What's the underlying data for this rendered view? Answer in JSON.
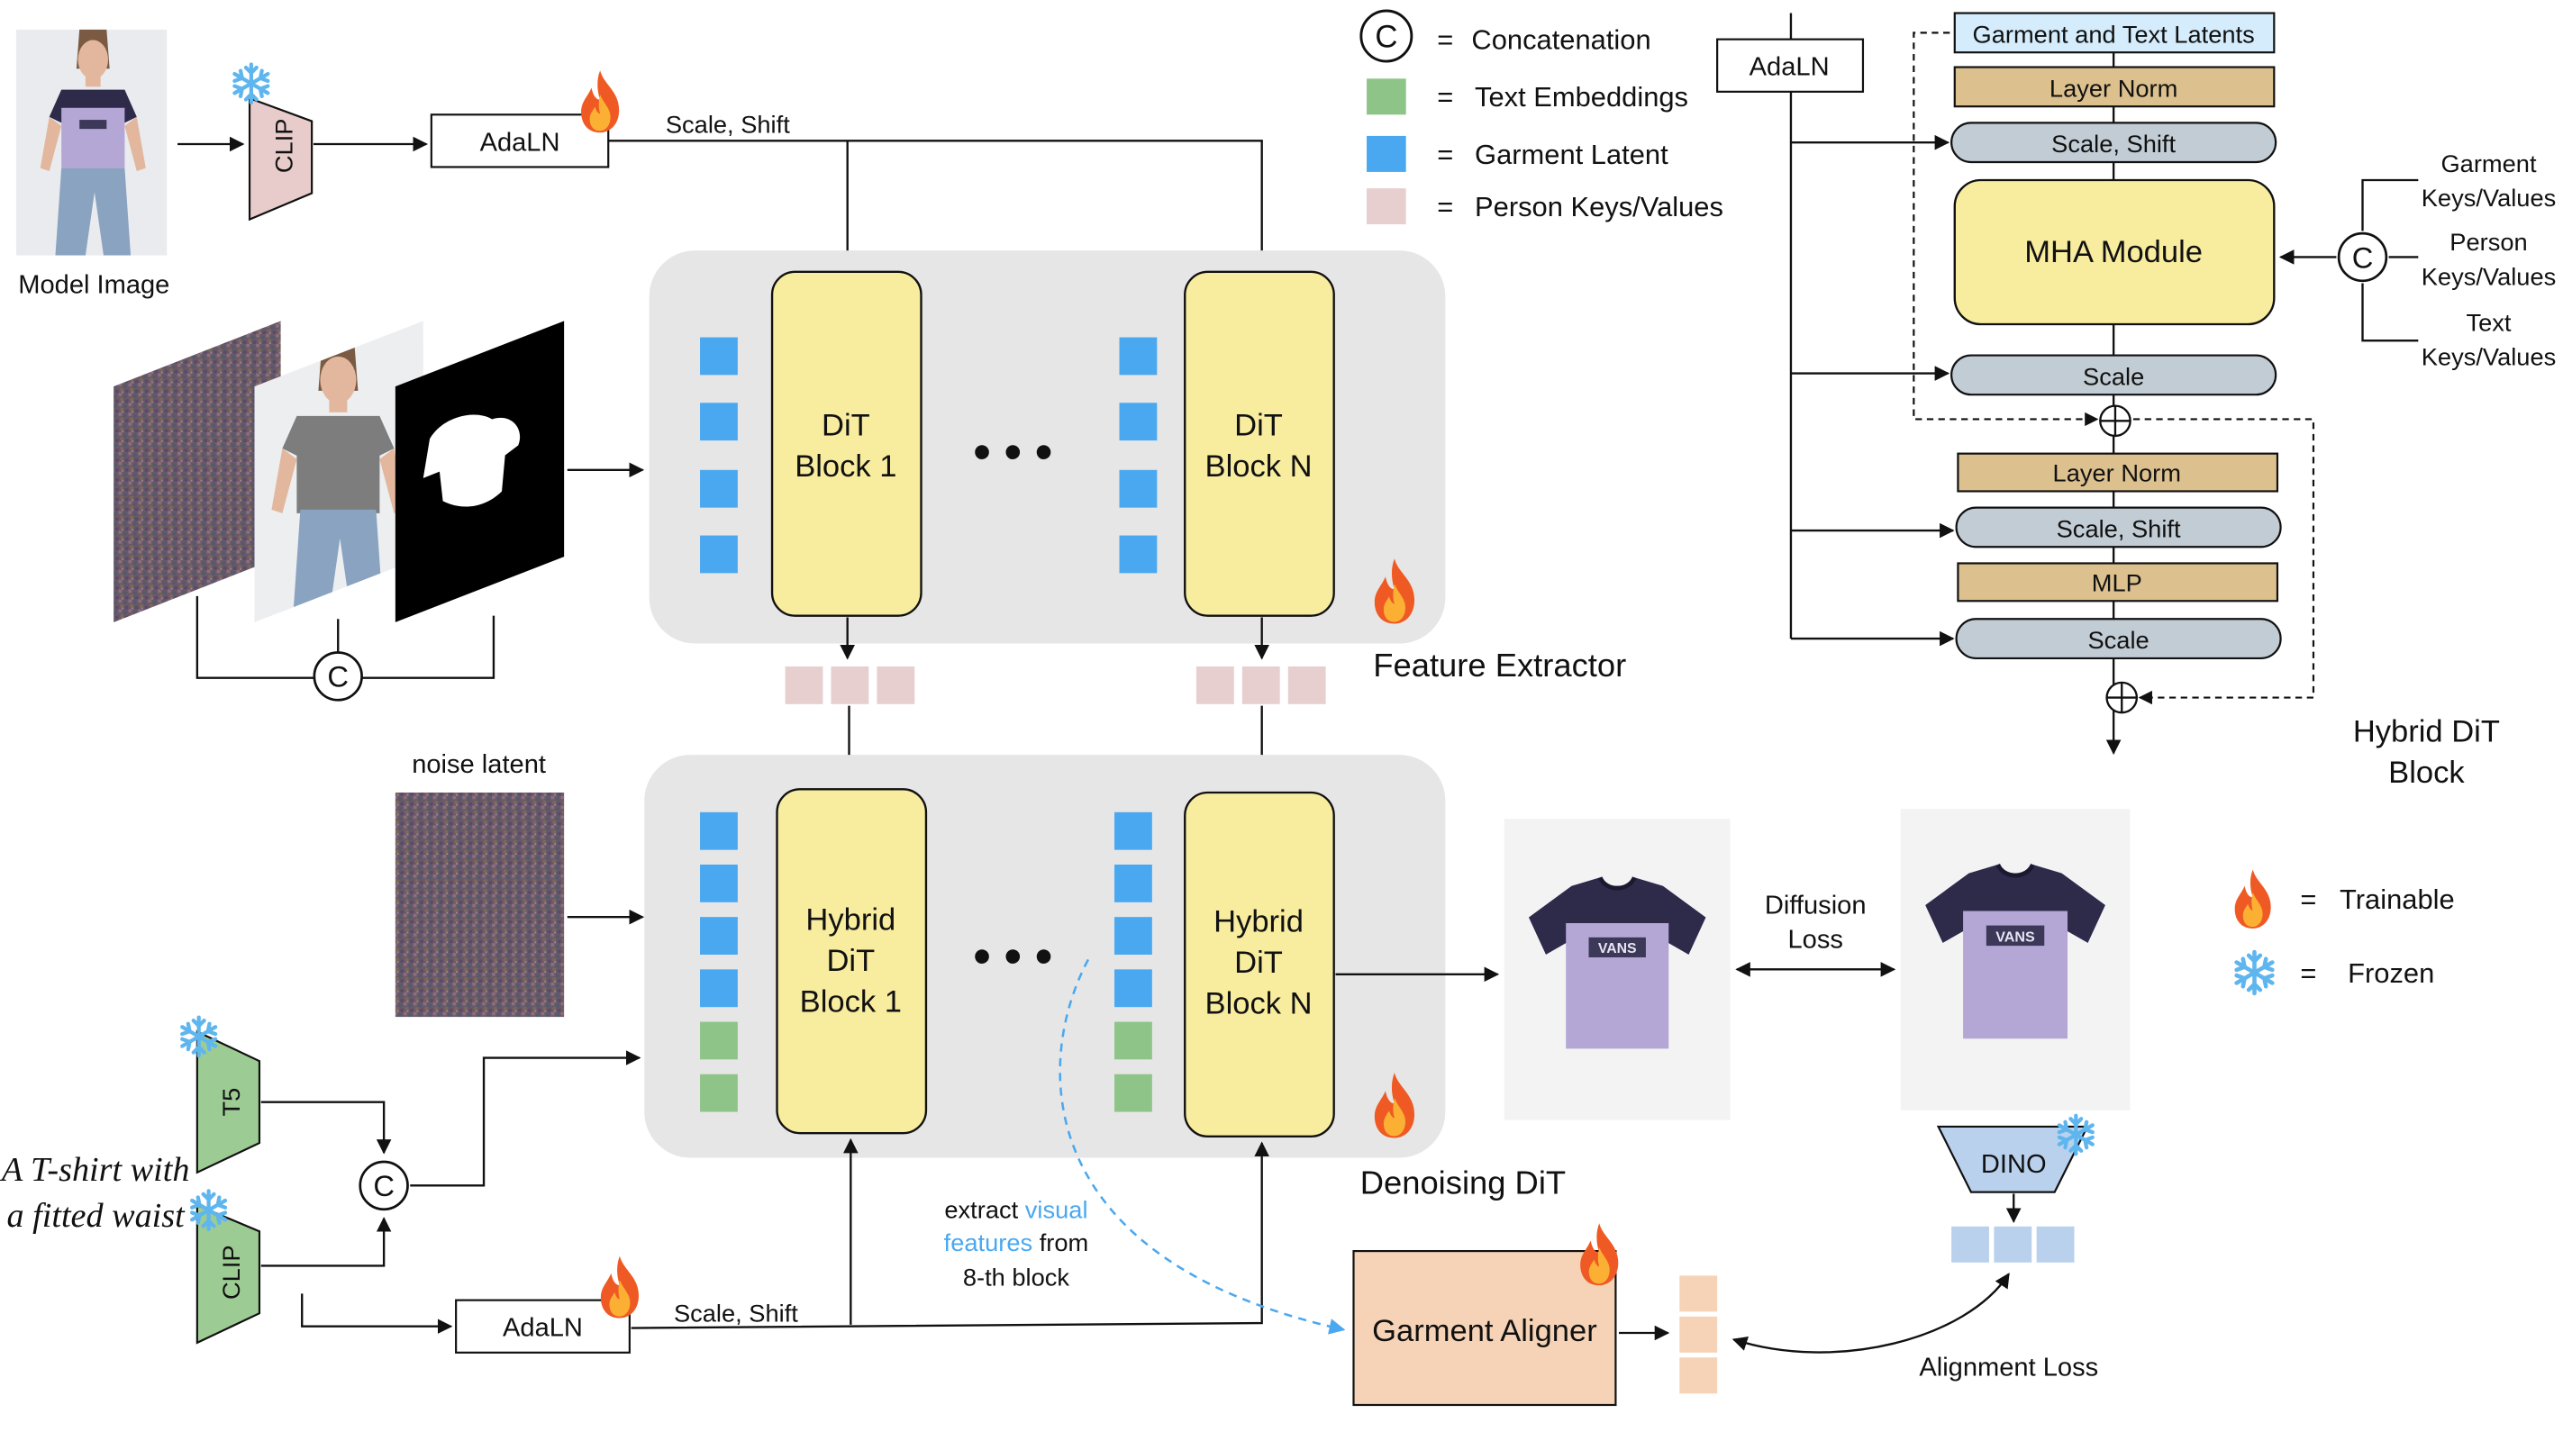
{
  "legend": {
    "concat_symbol": "C",
    "concatenation": "Concatenation",
    "text_embeddings": "Text Embeddings",
    "garment_latent": "Garment Latent",
    "person_kv": "Person Keys/Values",
    "trainable": "Trainable",
    "frozen": "Frozen",
    "equals": "="
  },
  "top_row": {
    "model_image_label": "Model Image",
    "clip": "CLIP",
    "adaln": "AdaLN",
    "scale_shift": "Scale, Shift"
  },
  "feature_extractor": {
    "title": "Feature Extractor",
    "block1": [
      "DiT",
      "Block 1"
    ],
    "blockN": [
      "DiT",
      "Block N"
    ],
    "ellipsis": "• • •"
  },
  "denoising": {
    "title": "Denoising DiT",
    "noise_label": "noise latent",
    "block1": [
      "Hybrid",
      "DiT",
      "Block 1"
    ],
    "blockN": [
      "Hybrid",
      "DiT",
      "Block N"
    ],
    "ellipsis": "• • •"
  },
  "text_branch": {
    "prompt": [
      "A T-shirt with",
      "a fitted waist"
    ],
    "t5": "T5",
    "clip": "CLIP",
    "adaln": "AdaLN",
    "scale_shift": "Scale, Shift"
  },
  "extract": {
    "line1_a": "extract",
    "line1_b": "visual",
    "line2_a": "features",
    "line2_b": "from",
    "line3": "8-th block"
  },
  "aligner": {
    "garment_aligner": "Garment Aligner",
    "diffusion_loss": [
      "Diffusion",
      "Loss"
    ],
    "dino": "DINO",
    "alignment_loss": "Alignment Loss"
  },
  "hybrid_block": {
    "adaln": "AdaLN",
    "latents": "Garment and Text Latents",
    "layer_norm_1": "Layer Norm",
    "scale_shift_1": "Scale, Shift",
    "mha": "MHA Module",
    "scale_1": "Scale",
    "layer_norm_2": "Layer Norm",
    "scale_shift_2": "Scale, Shift",
    "mlp": "MLP",
    "scale_2": "Scale",
    "garment_kv": [
      "Garment",
      "Keys/Values"
    ],
    "person_kv": [
      "Person",
      "Keys/Values"
    ],
    "text_kv": [
      "Text",
      "Keys/Values"
    ],
    "title": [
      "Hybrid DiT",
      "Block"
    ]
  },
  "colors": {
    "block_yellow": "#f8ec9f",
    "panel_gray": "#e6e6e6",
    "garment_blue": "#4aa8f0",
    "text_green": "#8fc489",
    "person_pink": "#e7cfd0",
    "clip_pink": "#e8cccc",
    "text_encoder_green": "#9ccb93",
    "layer_tan": "#dcc08e",
    "pill_gray": "#c2ccd4",
    "latent_lightblue": "#d4ecfb",
    "aligner_peach": "#f6d3b6",
    "dino_blue": "#b9d1ec",
    "shirt_lilac": "#b4a7d6",
    "shirt_navy": "#2d2a4a",
    "accent_blue": "#4aa8f0"
  }
}
